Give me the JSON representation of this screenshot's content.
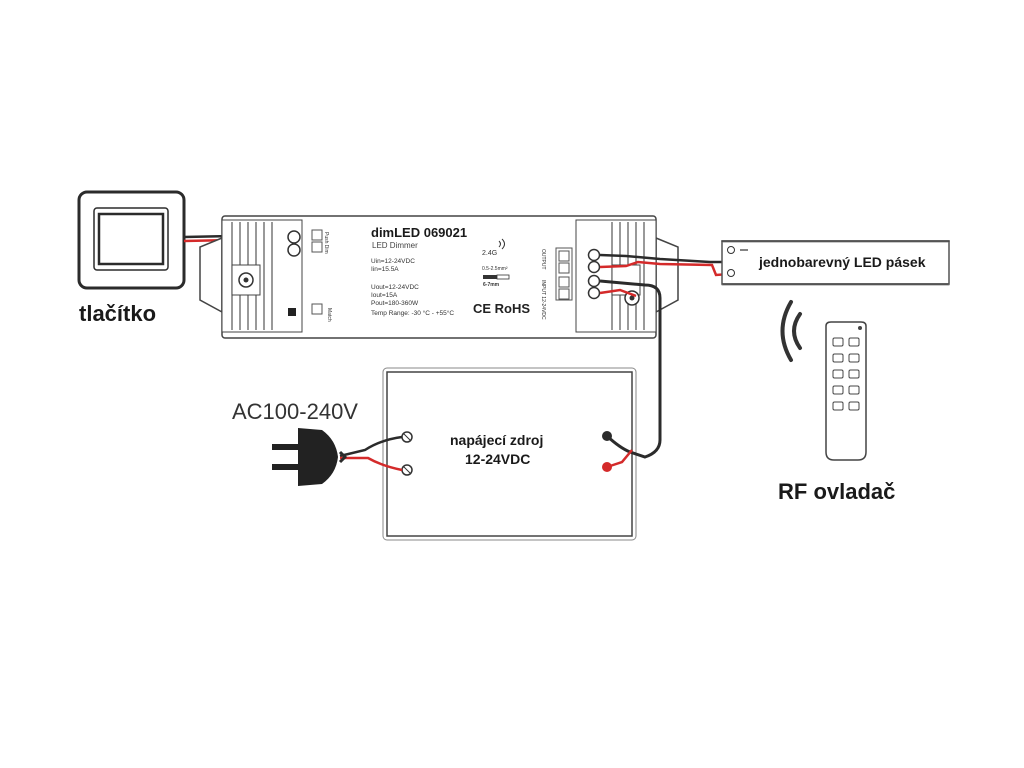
{
  "labels": {
    "button": "tlačítko",
    "led_strip": "jednobarevný LED pásek",
    "rf_remote": "RF ovladač",
    "ac_input": "AC100-240V",
    "power_supply_line1": "napájecí zdroj",
    "power_supply_line2": "12-24VDC"
  },
  "dimmer": {
    "title": "dimLED 069021",
    "subtitle": "LED Dimmer",
    "uin": "Uin=12-24VDC",
    "iin": "Iin=15.5A",
    "uout": "Uout=12-24VDC",
    "iout": "Iout=15A",
    "pout": "Pout=180-360W",
    "temp": "Temp Range: -30 °C - +55°C",
    "rf_band": "2.4G",
    "wire_spec": "0.5-2.5mm²",
    "strip_len": "6-7mm",
    "certs": "CE RoHS",
    "push_label": "Push Dim",
    "match_label": "Match",
    "output_label": "OUTPUT",
    "input_label": "INPUT 12-24VDC"
  },
  "colors": {
    "wire_red": "#d42a2a",
    "wire_black": "#2b2b2b",
    "outline": "#444444"
  },
  "icons": [
    "rf-signal-icon",
    "remote-control-icon",
    "wall-switch-icon",
    "ac-plug-icon",
    "ce-mark-icon"
  ]
}
